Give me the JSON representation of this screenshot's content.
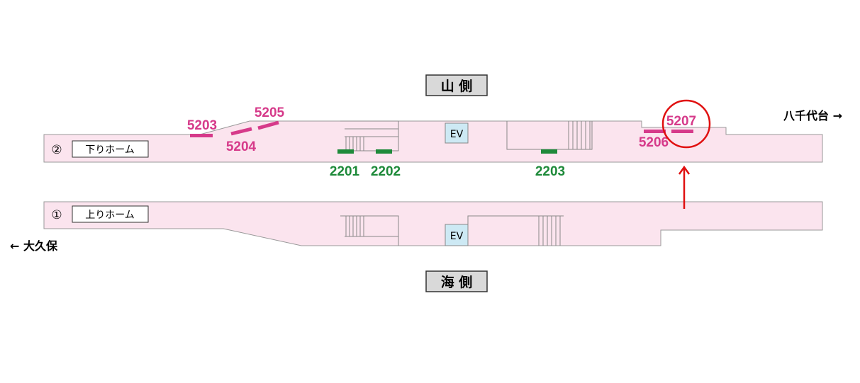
{
  "sides": {
    "mountain": "山 側",
    "sea": "海 側"
  },
  "platforms": [
    {
      "number": "②",
      "name": "下りホーム"
    },
    {
      "number": "①",
      "name": "上りホーム"
    }
  ],
  "directions": {
    "left": "← 大久保",
    "right": "八千代台 →"
  },
  "elevator_label": "EV",
  "markers_magenta": [
    "5203",
    "5204",
    "5205",
    "5206",
    "5207"
  ],
  "markers_green": [
    "2201",
    "2202",
    "2203"
  ],
  "highlighted": "5207",
  "colors": {
    "platform": "#fbe4ee",
    "magenta": "#d63a8a",
    "green": "#1e8a3a",
    "highlight": "#e01010",
    "ev": "#cde9f4",
    "side_box": "#d9d9d9"
  }
}
